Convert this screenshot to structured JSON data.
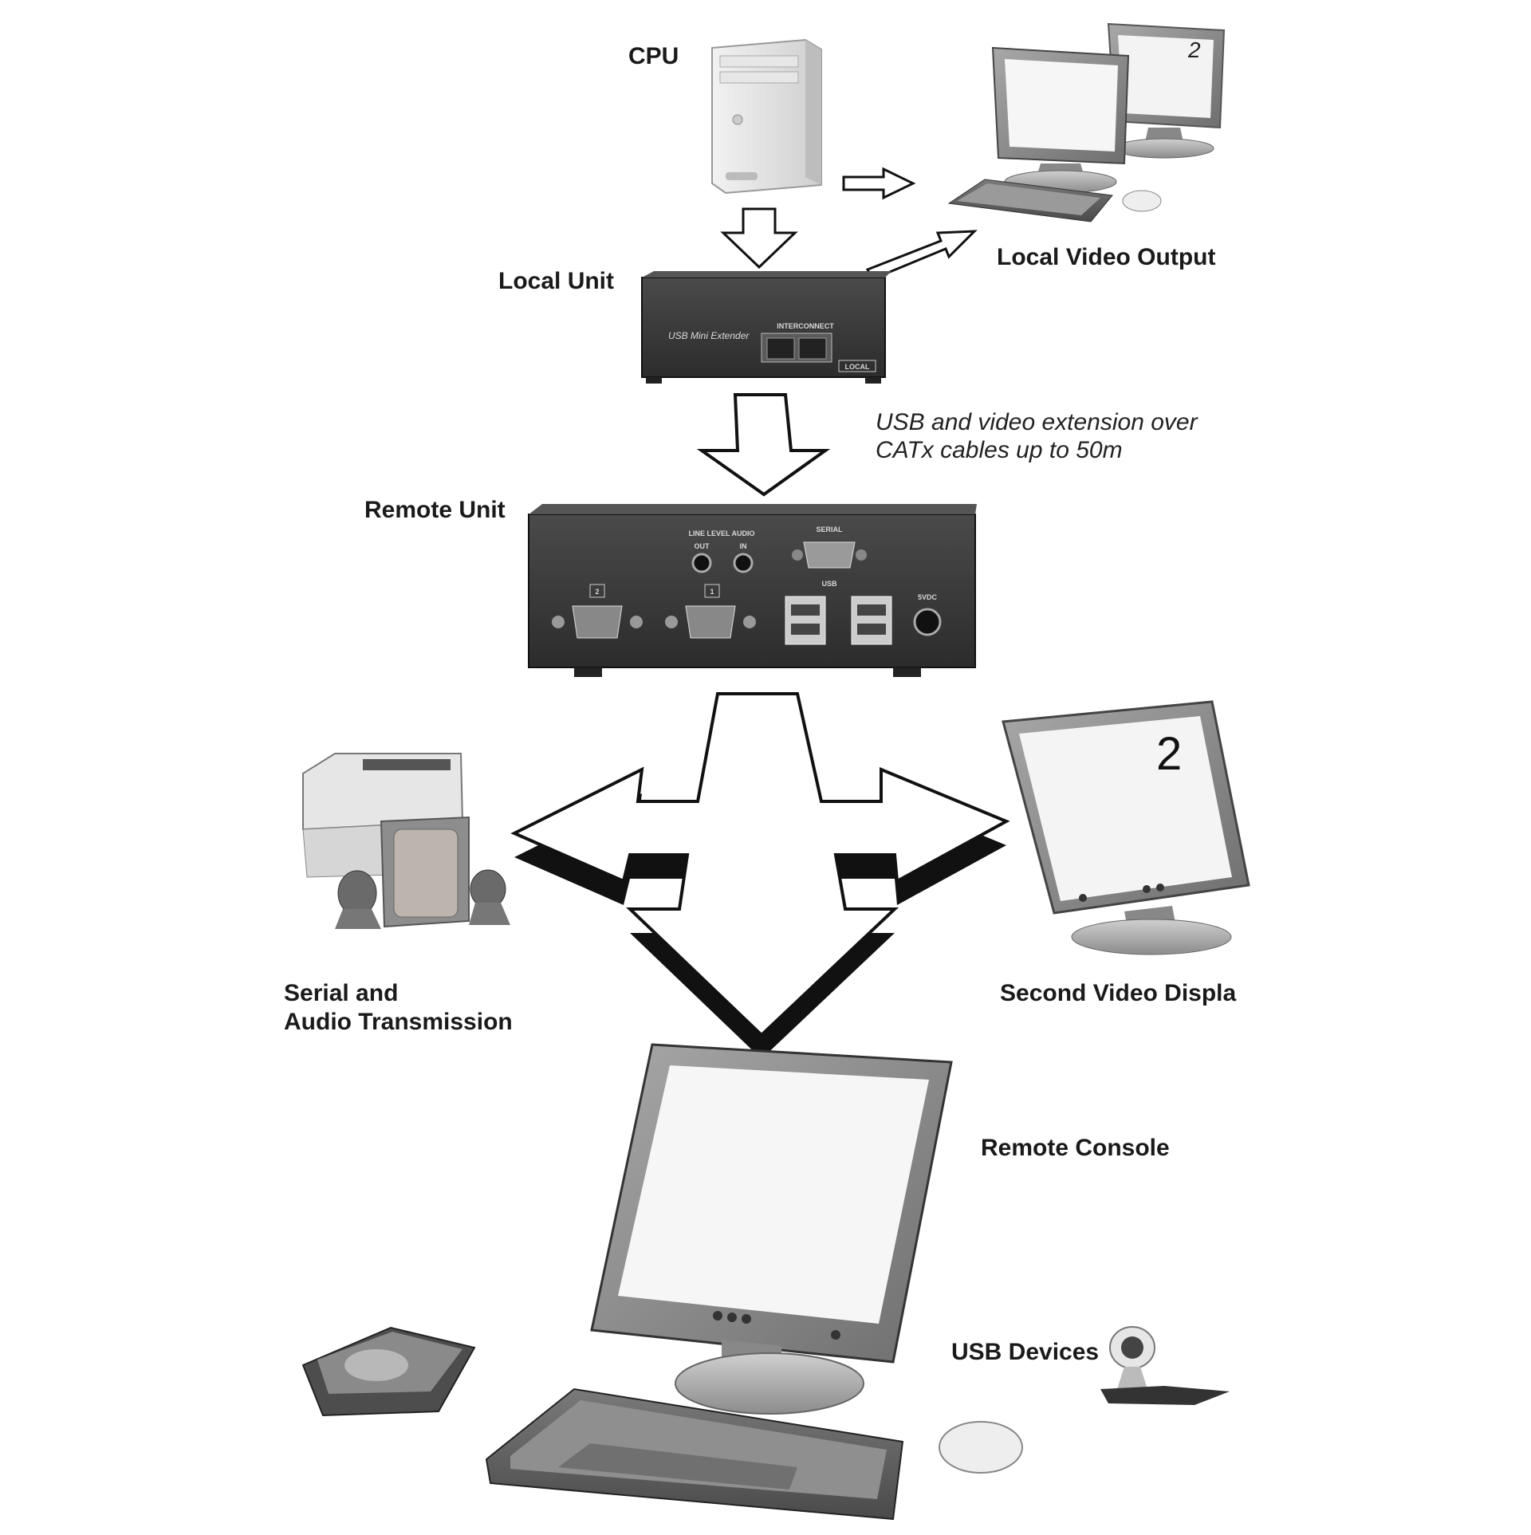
{
  "labels": {
    "cpu": "CPU",
    "local_video_output": "Local Video Output",
    "local_unit": "Local Unit",
    "remote_unit": "Remote Unit",
    "extension_note_line1": "USB and video extension over",
    "extension_note_line2": "CATx cables up to 50m",
    "serial_audio_line1": "Serial and",
    "serial_audio_line2": "Audio Transmission",
    "second_video_display": "Second Video Displa",
    "remote_console": "Remote Console",
    "usb_devices": "USB Devices"
  },
  "device_text": {
    "local_unit_name": "USB Mini Extender",
    "local_badge": "LOCAL",
    "interconnect": "INTERCONNECT",
    "line_level_audio": "LINE LEVEL AUDIO",
    "audio_out": "OUT",
    "audio_in": "IN",
    "serial": "SERIAL",
    "usb": "USB",
    "power": "5VDC",
    "port_2": "2",
    "port_1": "1",
    "monitor_number": "2"
  },
  "colors": {
    "unit_body": "#3a3a3a",
    "arrow_outline": "#111111",
    "monitor_frame": "#8a8a8a",
    "screen": "#f4f4f4"
  }
}
